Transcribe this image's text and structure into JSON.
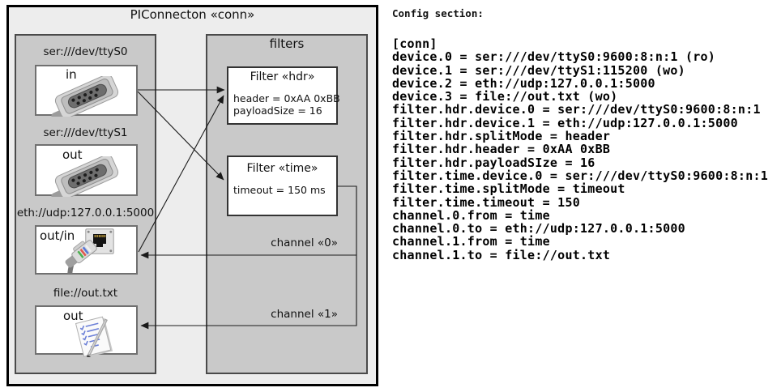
{
  "diagram": {
    "title": "PIConnecton «conn»",
    "devices_panel": {
      "devices": [
        {
          "label": "ser:///dev/ttyS0",
          "mode": "in",
          "icon": "serial-connector-icon"
        },
        {
          "label": "ser:///dev/ttyS1",
          "mode": "out",
          "icon": "serial-connector-icon"
        },
        {
          "label": "eth://udp:127.0.0.1:5000",
          "mode": "out/in",
          "icon": "ethernet-port-icon"
        },
        {
          "label": "file://out.txt",
          "mode": "out",
          "icon": "notepad-pen-icon"
        }
      ]
    },
    "filters_panel": {
      "title": "filters",
      "filters": [
        {
          "title": "Filter «hdr»",
          "properties": [
            "header = 0xAA 0xBB",
            "payloadSize = 16"
          ]
        },
        {
          "title": "Filter «time»",
          "properties": [
            "timeout = 150 ms"
          ]
        }
      ]
    },
    "channels": [
      {
        "label": "channel «0»"
      },
      {
        "label": "channel «1»"
      }
    ]
  },
  "config": {
    "heading": "Config section:",
    "lines": [
      "[conn]",
      "device.0 = ser:///dev/ttyS0:9600:8:n:1 (ro)",
      "device.1 = ser:///dev/ttyS1:115200 (wo)",
      "device.2 = eth://udp:127.0.0.1:5000",
      "device.3 = file://out.txt (wo)",
      "filter.hdr.device.0 = ser:///dev/ttyS0:9600:8:n:1",
      "filter.hdr.device.1 = eth://udp:127.0.0.1:5000",
      "filter.hdr.splitMode = header",
      "filter.hdr.header = 0xAA 0xBB",
      "filter.hdr.payloadSIze = 16",
      "filter.time.device.0 = ser:///dev/ttyS0:9600:8:n:1",
      "filter.time.splitMode = timeout",
      "filter.time.timeout = 150",
      "channel.0.from = time",
      "channel.0.to = eth://udp:127.0.0.1:5000",
      "channel.1.from = time",
      "channel.1.to = file://out.txt"
    ]
  },
  "colors": {
    "outer_fill": "#ededed",
    "panel_fill": "#c9c9c9",
    "box_fill": "#ffffff",
    "wire": "#1a1a1a",
    "text": "#111111"
  }
}
